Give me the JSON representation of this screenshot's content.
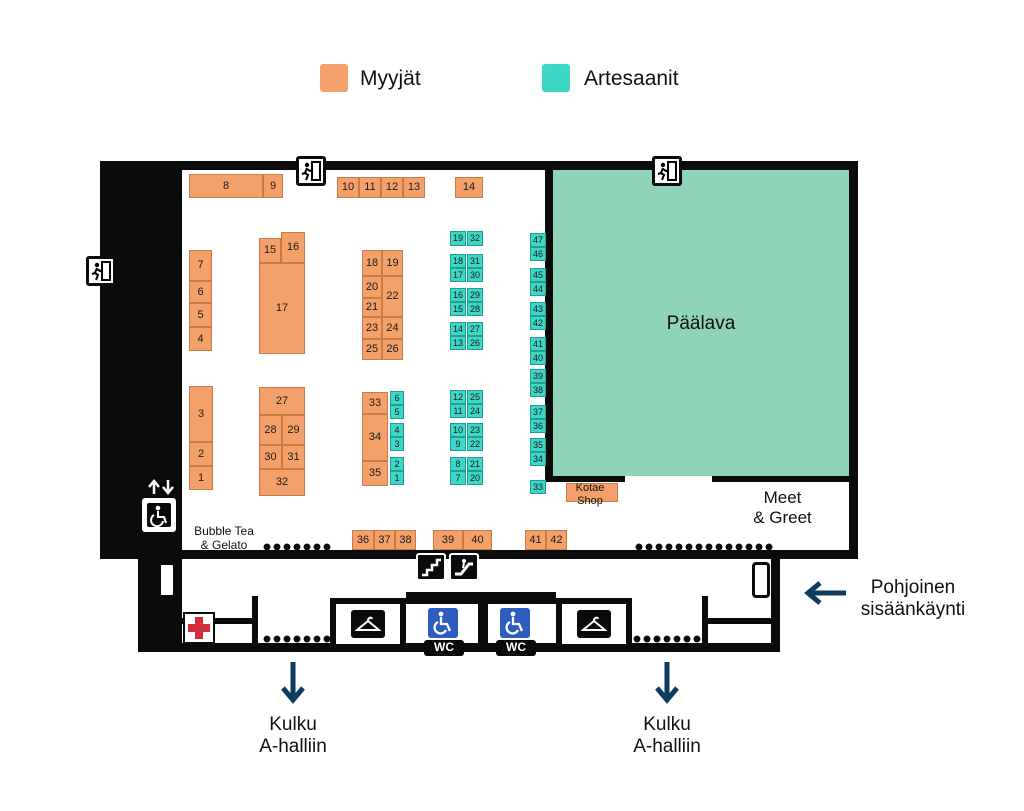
{
  "legend": {
    "vendors": {
      "label": "Myyjät",
      "color": "#f4a06a"
    },
    "artisans": {
      "label": "Artesaanit",
      "color": "#3ed6c6"
    }
  },
  "colors": {
    "wall": "#0b0b0b",
    "stage": "#8fd3b8",
    "accent_arrow": "#0d3b5e",
    "first_aid": "#d32f3a",
    "wc": "#2d5dbe"
  },
  "areas": {
    "stage": "Päälava",
    "meet_greet": "Meet\n& Greet",
    "kotae_shop": "Kotae\nShop",
    "bubble_tea": "Bubble Tea\n& Gelato",
    "north_entrance": "Pohjoinen\nsisäänkäynti",
    "passage_left": "Kulku\nA-halliin",
    "passage_right": "Kulku\nA-halliin",
    "wc_left": "WC",
    "wc_right": "WC"
  },
  "icons": [
    "emergency-exit-icon",
    "accessible-elevator-icon",
    "wheelchair-icon",
    "stairs-icon",
    "escalator-icon",
    "cloakroom-hanger-icon",
    "first-aid-cross-icon",
    "arrow-left-icon",
    "arrow-down-icon"
  ],
  "vendor_booths": [
    "1",
    "2",
    "3",
    "4",
    "5",
    "6",
    "7",
    "8",
    "9",
    "10",
    "11",
    "12",
    "13",
    "14",
    "15",
    "16",
    "17",
    "18",
    "19",
    "20",
    "21",
    "22",
    "23",
    "24",
    "25",
    "26",
    "27",
    "28",
    "29",
    "30",
    "31",
    "32",
    "33",
    "34",
    "35",
    "36",
    "37",
    "38",
    "39",
    "40",
    "41",
    "42"
  ],
  "artisan_booths": [
    "1",
    "2",
    "3",
    "4",
    "5",
    "6",
    "7",
    "8",
    "9",
    "10",
    "11",
    "12",
    "13",
    "14",
    "15",
    "16",
    "17",
    "18",
    "19",
    "20",
    "21",
    "22",
    "23",
    "24",
    "25",
    "26",
    "27",
    "28",
    "29",
    "30",
    "31",
    "32",
    "33",
    "34",
    "35",
    "36",
    "37",
    "38",
    "39",
    "40",
    "41",
    "42",
    "43",
    "44",
    "45",
    "46",
    "47"
  ]
}
